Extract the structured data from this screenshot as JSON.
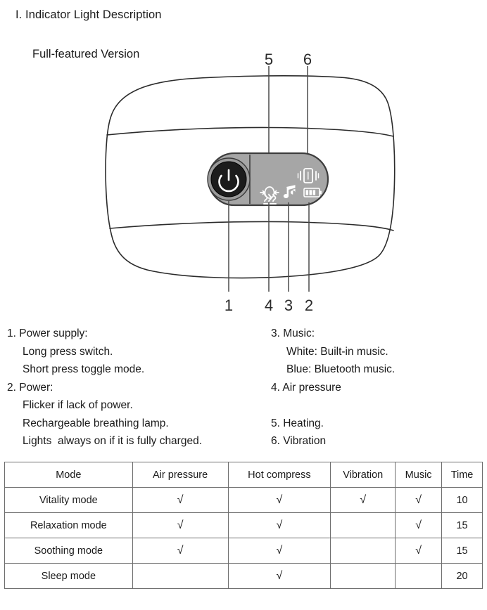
{
  "page": {
    "title": "I. Indicator Light Description",
    "subtitle": "Full-featured Version"
  },
  "diagram": {
    "name": "device-control-panel-diagram",
    "callouts_top": [
      {
        "id": "5",
        "label": "5",
        "target": "heating-icon"
      },
      {
        "id": "6",
        "label": "6",
        "target": "vibration-icon"
      }
    ],
    "callouts_bottom": [
      {
        "id": "1",
        "label": "1",
        "target": "power-button"
      },
      {
        "id": "4",
        "label": "4",
        "target": "air-pressure-icon"
      },
      {
        "id": "3",
        "label": "3",
        "target": "music-icon"
      },
      {
        "id": "2",
        "label": "2",
        "target": "battery-icon"
      }
    ],
    "panel": {
      "power_button": "power-icon",
      "icons": [
        {
          "name": "heating-icon",
          "glyph": "heat-waves"
        },
        {
          "name": "vibration-icon",
          "glyph": "vibrating-device"
        },
        {
          "name": "air-pressure-icon",
          "glyph": "compress-arrows"
        },
        {
          "name": "music-icon",
          "glyph": "music-note"
        },
        {
          "name": "battery-icon",
          "glyph": "battery"
        }
      ]
    },
    "colors": {
      "panel_fill": "#a6a6a6",
      "panel_stroke": "#3d3d3d",
      "power_button_fill": "#1c1c1c",
      "icon_color": "#ffffff",
      "outline_stroke": "#2b2b2b",
      "callout_line": "#4a4a4a"
    }
  },
  "legend_left": [
    "1. Power supply:",
    "Long press switch.",
    "Short press toggle mode.",
    "2. Power:",
    "Flicker if lack of power.",
    "Rechargeable breathing lamp.",
    "Lights  always on if it is fully charged."
  ],
  "legend_left_indent": [
    false,
    true,
    true,
    false,
    true,
    true,
    true
  ],
  "legend_right": [
    "3. Music:",
    "White: Built-in music.",
    "Blue: Bluetooth music.",
    "4. Air pressure",
    "",
    "5. Heating.",
    "6. Vibration"
  ],
  "legend_right_indent": [
    false,
    true,
    true,
    false,
    false,
    false,
    false
  ],
  "table": {
    "headers": [
      "Mode",
      "Air pressure",
      "Hot compress",
      "Vibration",
      "Music",
      "Time"
    ],
    "check_mark": "√",
    "rows": [
      {
        "mode": "Vitality mode",
        "air": "√",
        "hot": "√",
        "vib": "√",
        "mus": "√",
        "time": "10"
      },
      {
        "mode": "Relaxation mode",
        "air": "√",
        "hot": "√",
        "vib": "",
        "mus": "√",
        "time": "15"
      },
      {
        "mode": "Soothing mode",
        "air": "√",
        "hot": "√",
        "vib": "",
        "mus": "√",
        "time": "15"
      },
      {
        "mode": "Sleep mode",
        "air": "",
        "hot": "√",
        "vib": "",
        "mus": "",
        "time": "20"
      }
    ]
  }
}
